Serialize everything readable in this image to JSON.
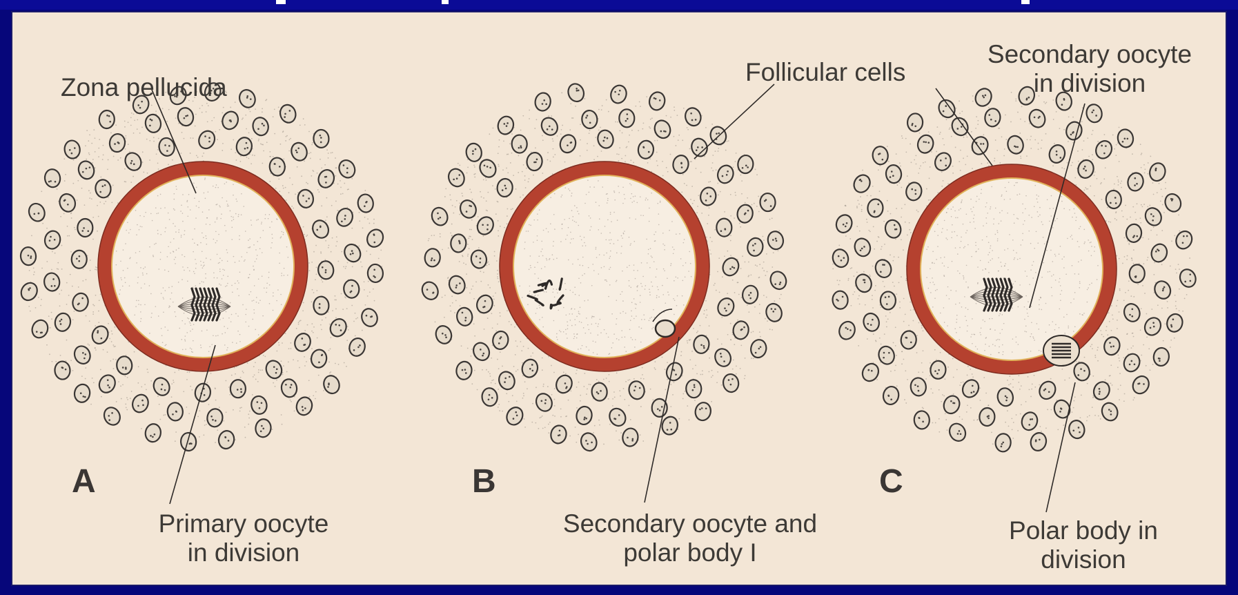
{
  "colors": {
    "border": "#06067a",
    "background": "#f3e6d6",
    "zona": "#b5412f",
    "cell_outline": "#3a3634",
    "text": "#3d3a36"
  },
  "panels": [
    {
      "letter": "A",
      "nucleus": "spindle-metaphase-I"
    },
    {
      "letter": "B",
      "nucleus": "chromosome-coils"
    },
    {
      "letter": "C",
      "nucleus": "spindle-metaphase-II"
    }
  ],
  "labels": {
    "zona_pellucida": "Zona pellucida",
    "primary_line1": "Primary oocyte",
    "primary_line2": "in division",
    "follicular_cells": "Follicular cells",
    "secondary_line1": "Secondary oocyte and",
    "secondary_line2": "polar body I",
    "secondary_div_line1": "Secondary oocyte",
    "secondary_div_line2": "in division",
    "polar_line1": "Polar body in",
    "polar_line2": "division"
  }
}
